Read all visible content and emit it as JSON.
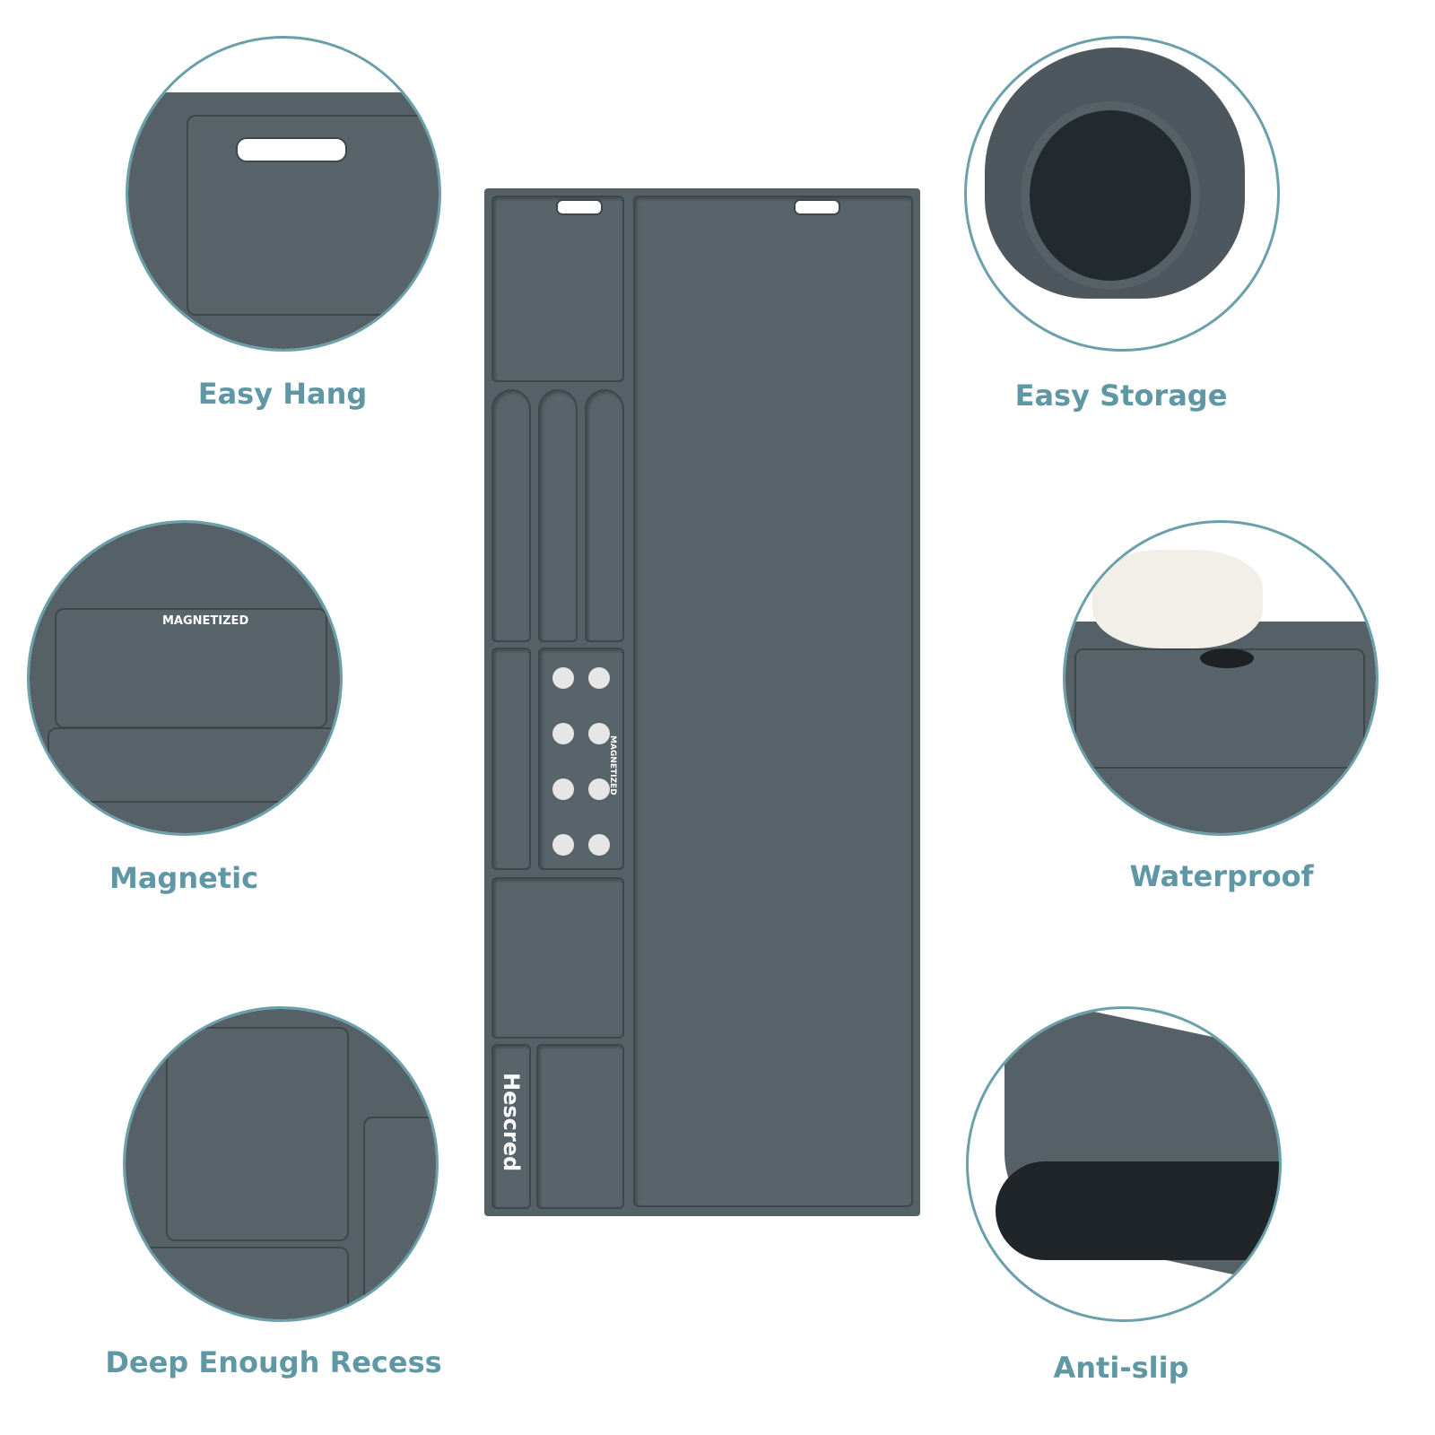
{
  "features": [
    {
      "label": "Easy Hang"
    },
    {
      "label": "Easy Storage"
    },
    {
      "label": "Magnetic"
    },
    {
      "label": "Waterproof"
    },
    {
      "label": "Deep Enough Recess"
    },
    {
      "label": "Anti-slip"
    }
  ],
  "mat": {
    "brand": "Hescred",
    "magnet_label": "MAGNETIZED"
  },
  "colors": {
    "mat": "#566167",
    "accent": "#5f98a4",
    "ring": "#6aa0aa"
  }
}
